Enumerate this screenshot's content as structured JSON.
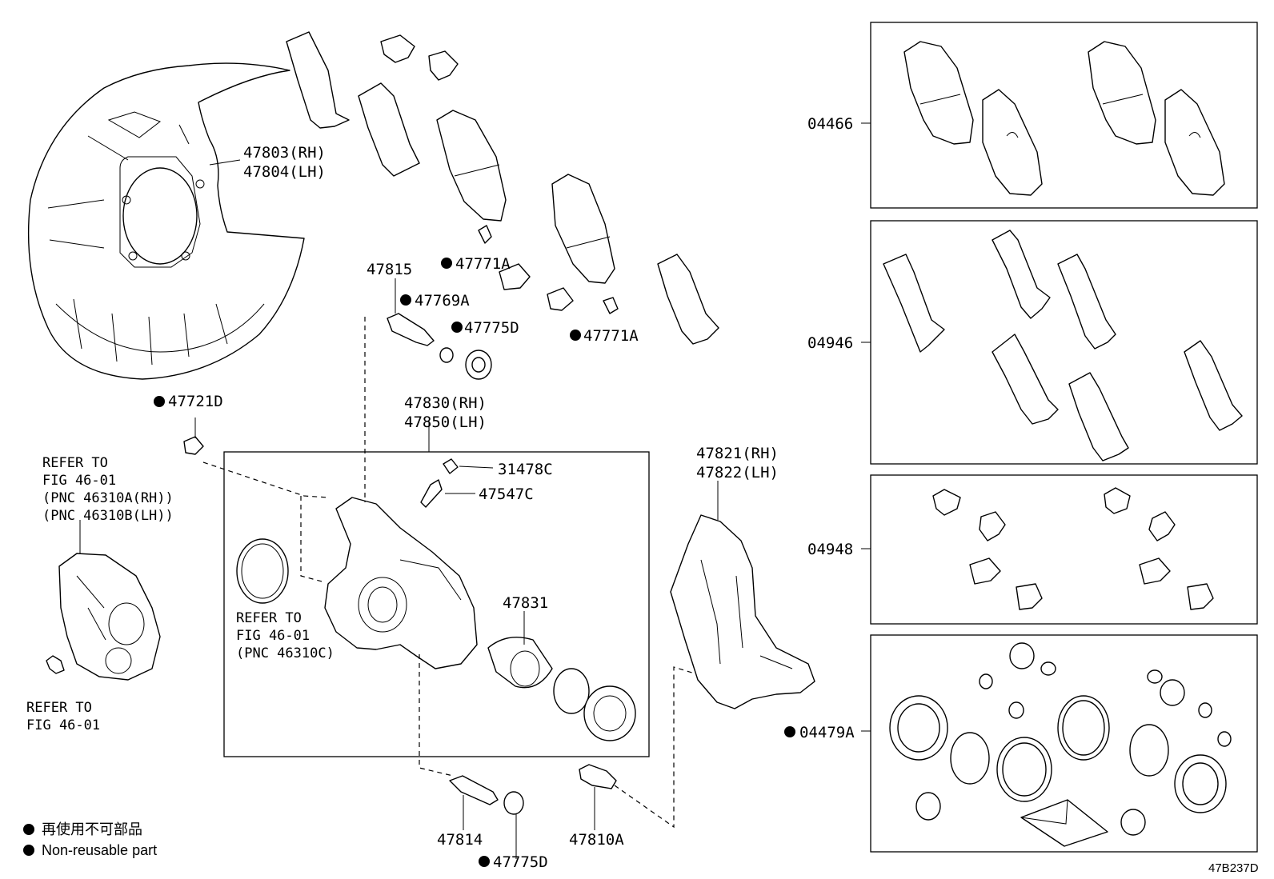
{
  "labels": {
    "p47803": "47803(RH)",
    "p47804": "47804(LH)",
    "p47815": "47815",
    "p47769A": "47769A",
    "p47775D_top": "47775D",
    "p47771A_top": "47771A",
    "p47771A_mid": "47771A",
    "p47721D": "47721D",
    "p47830": "47830(RH)",
    "p47850": "47850(LH)",
    "p31478C": "31478C",
    "p47547C": "47547C",
    "p47821": "47821(RH)",
    "p47822": "47822(LH)",
    "p47831": "47831",
    "p47814": "47814",
    "p47775D_bot": "47775D",
    "p47810A": "47810A",
    "p04466": "04466",
    "p04946": "04946",
    "p04948": "04948",
    "p04479A": "04479A"
  },
  "refs": {
    "caliper_ref": [
      "REFER TO",
      "FIG 46-01",
      "(PNC 46310A(RH))",
      "(PNC 46310B(LH))"
    ],
    "seal_ref": [
      "REFER TO",
      "FIG 46-01",
      "(PNC 46310C)"
    ],
    "bolt_ref": [
      "REFER TO",
      "FIG 46-01"
    ]
  },
  "legend": {
    "jp": "再使用不可部品",
    "en": "Non-reusable part"
  },
  "diagram_code": "47B237D"
}
